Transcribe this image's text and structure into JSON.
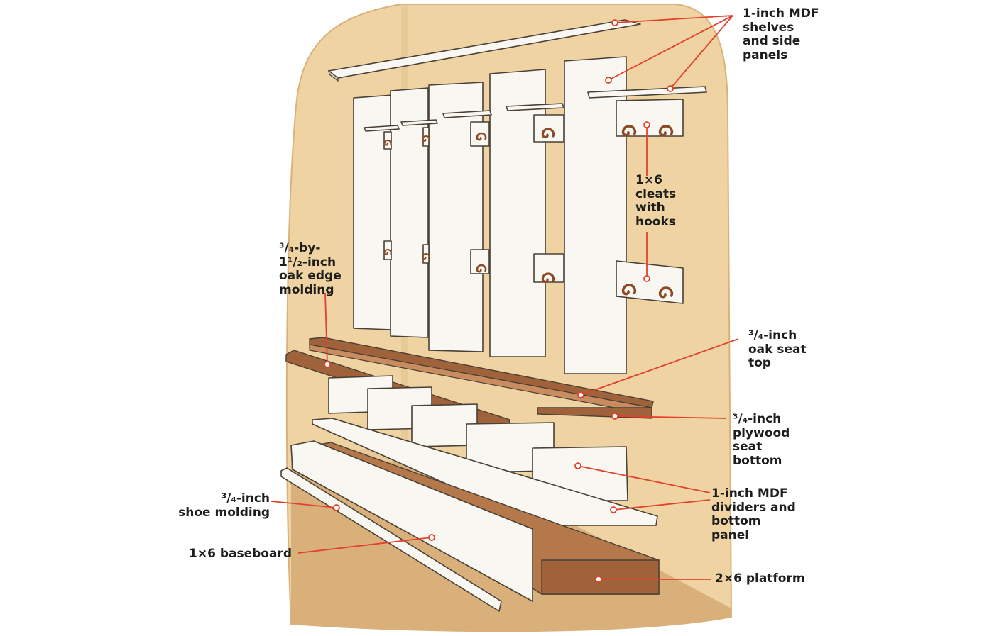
{
  "colors": {
    "wall": "#efd3a2",
    "wall_edge": "#d9b27a",
    "wall_shadow": "#dcb987",
    "floor": "#d9b07a",
    "panel": "#f8f7f2",
    "panel_side": "#d6d3c8",
    "outline": "#4a4036",
    "oak": "#a0623a",
    "oak_light": "#c98c5e",
    "platform": "#b5784a",
    "hook": "#8b4a25",
    "leader": "#e2412b"
  },
  "labels": {
    "mdf_shelves": "1-inch MDF\nshelves\nand side\npanels",
    "cleats": "1×6\ncleats\nwith\nhooks",
    "oak_edge": "³/₄-by-\n1¹/₂-inch\noak edge\nmolding",
    "seat_top": "³/₄-inch\noak seat\ntop",
    "seat_bottom": "³/₄-inch\nplywood\nseat\nbottom",
    "dividers": "1-inch MDF\ndividers and\nbottom\npanel",
    "shoe_molding": "³/₄-inch\nshoe molding",
    "baseboard": "1×6 baseboard",
    "platform": "2×6 platform"
  },
  "icons": [
    "coat-hook-icon"
  ]
}
